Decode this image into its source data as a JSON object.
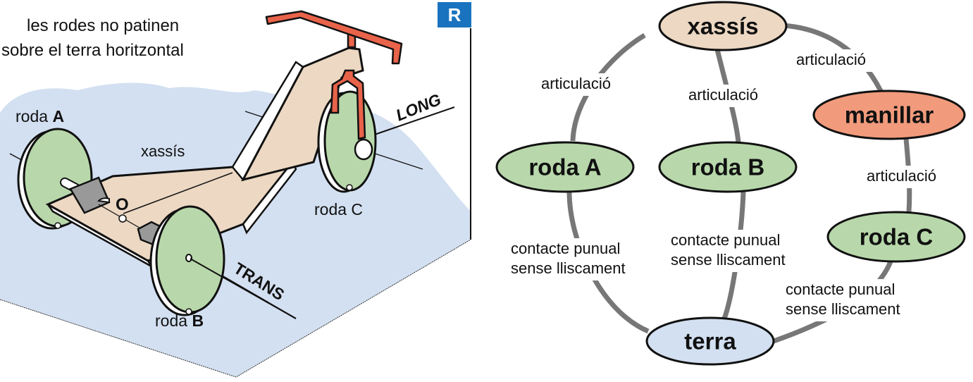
{
  "illustration": {
    "badge": "R",
    "caption_line1": "les rodes no patinen",
    "caption_line2": "sobre el terra horitzontal",
    "labels": {
      "wheel_a_prefix": "roda ",
      "wheel_a_letter": "A",
      "wheel_b_prefix": "roda ",
      "wheel_b_letter": "B",
      "wheel_c": "roda C",
      "chassis": "xassís",
      "origin": "O",
      "axis_long": "LONG",
      "axis_trans": "TRANS"
    },
    "colors": {
      "ground": "#d3e0f1",
      "chassis": "#ecd8c3",
      "wheel": "#b8d8ab",
      "handlebar": "#e8634a",
      "axle": "#999999",
      "badge": "#1a73be"
    }
  },
  "graph": {
    "nodes": [
      {
        "id": "xassis",
        "label": "xassís",
        "color": "#ecd8c3"
      },
      {
        "id": "manillar",
        "label": "manillar",
        "color": "#f19b7c"
      },
      {
        "id": "rodaA",
        "label": "roda A",
        "color": "#b8d8ab"
      },
      {
        "id": "rodaB",
        "label": "roda B",
        "color": "#b8d8ab"
      },
      {
        "id": "rodaC",
        "label": "roda C",
        "color": "#b8d8ab"
      },
      {
        "id": "terra",
        "label": "terra",
        "color": "#d3e0f1"
      }
    ],
    "edges": [
      {
        "from": "xassis",
        "to": "rodaA",
        "label": [
          "articulació"
        ]
      },
      {
        "from": "xassis",
        "to": "rodaB",
        "label": [
          "articulació"
        ]
      },
      {
        "from": "xassis",
        "to": "manillar",
        "label": [
          "articulació"
        ]
      },
      {
        "from": "manillar",
        "to": "rodaC",
        "label": [
          "articulació"
        ]
      },
      {
        "from": "rodaA",
        "to": "terra",
        "label": [
          "contacte punual",
          "sense lliscament"
        ]
      },
      {
        "from": "rodaB",
        "to": "terra",
        "label": [
          "contacte punual",
          "sense lliscament"
        ]
      },
      {
        "from": "rodaC",
        "to": "terra",
        "label": [
          "contacte punual",
          "sense lliscament"
        ]
      }
    ],
    "edge_color": "#777777"
  }
}
